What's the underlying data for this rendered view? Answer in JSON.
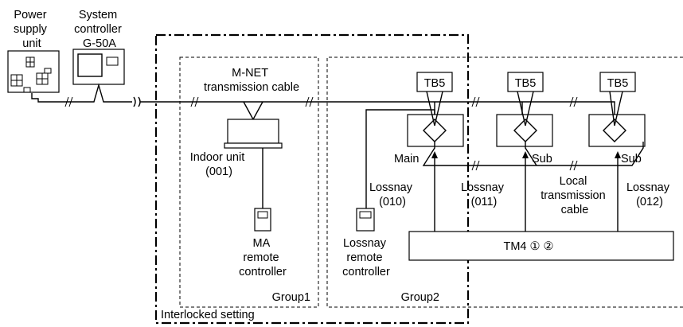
{
  "labels": {
    "power_supply": [
      "Power",
      "supply",
      "unit"
    ],
    "system_controller": [
      "System",
      "controller",
      "G-50A"
    ],
    "mnet_cable": [
      "M-NET",
      "transmission cable"
    ],
    "tb5": "TB5",
    "indoor_unit": [
      "Indoor unit",
      "(001)"
    ],
    "ma_remote": [
      "MA",
      "remote",
      "controller"
    ],
    "group1": "Group1",
    "group2": "Group2",
    "interlocked": "Interlocked setting",
    "main": "Main",
    "sub": "Sub",
    "lossnay_010": [
      "Lossnay",
      "(010)"
    ],
    "lossnay_011": [
      "Lossnay",
      "(011)"
    ],
    "lossnay_012": [
      "Lossnay",
      "(012)"
    ],
    "lossnay_remote": [
      "Lossnay",
      "remote",
      "controller"
    ],
    "local_cable": [
      "Local",
      "transmission",
      "cable"
    ],
    "tm4": "TM4 ① ②"
  }
}
